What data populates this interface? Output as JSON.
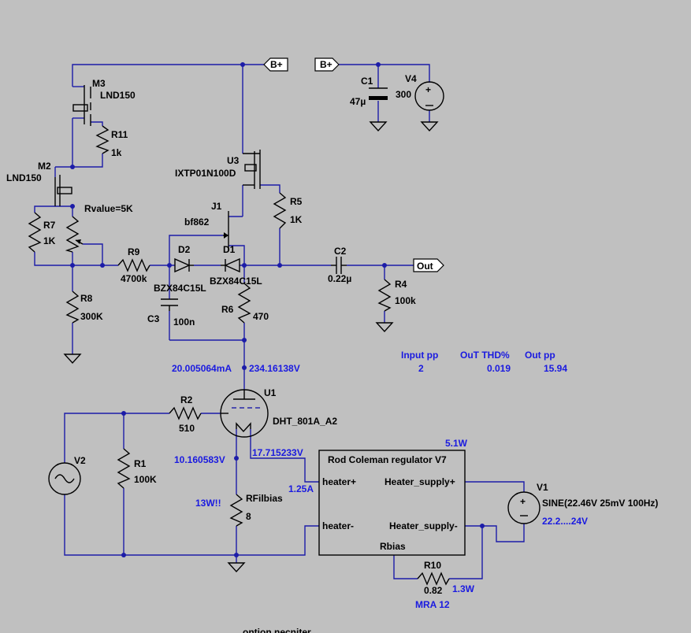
{
  "flags": {
    "bplus": "B+",
    "out": "Out"
  },
  "components": {
    "m3": {
      "ref": "M3",
      "value": "LND150"
    },
    "m2": {
      "ref": "M2",
      "value": "LND150"
    },
    "r11": {
      "ref": "R11",
      "value": "1k"
    },
    "r7": {
      "ref": "R7",
      "value": "1K"
    },
    "pot": {
      "value": "Rvalue=5K"
    },
    "r8": {
      "ref": "R8",
      "value": "300K"
    },
    "r9": {
      "ref": "R9",
      "value": "4700k"
    },
    "d2": {
      "ref": "D2",
      "value": "BZX84C15L"
    },
    "d1": {
      "ref": "D1",
      "value": "BZX84C15L"
    },
    "j1": {
      "ref": "J1",
      "value": "bf862"
    },
    "u3": {
      "ref": "U3",
      "value": "IXTP01N100D"
    },
    "r5": {
      "ref": "R5",
      "value": "1K"
    },
    "c2": {
      "ref": "C2",
      "value": "0.22µ"
    },
    "r4": {
      "ref": "R4",
      "value": "100k"
    },
    "c1": {
      "ref": "C1",
      "value": "47µ"
    },
    "v4": {
      "ref": "V4",
      "value": "300"
    },
    "c3": {
      "ref": "C3",
      "value": "100n"
    },
    "r6": {
      "ref": "R6",
      "value": "470"
    },
    "u1": {
      "ref": "U1",
      "value": "DHT_801A_A2"
    },
    "r2": {
      "ref": "R2",
      "value": "510"
    },
    "v2": {
      "ref": "V2"
    },
    "r1": {
      "ref": "R1",
      "value": "100K"
    },
    "rfil": {
      "ref": "RFilbias",
      "value": "8"
    },
    "reg": {
      "title": "Rod Coleman regulator V7",
      "heater_plus": "heater+",
      "heater_minus": "heater-",
      "supply_plus": "Heater_supply+",
      "supply_minus": "Heater_supply-",
      "rbias": "Rbias"
    },
    "v1": {
      "ref": "V1",
      "value": "SINE(22.46V 25mV 100Hz)",
      "note": "22.2....24V"
    },
    "r10": {
      "ref": "R10",
      "value": "0.82",
      "note": "MRA 12"
    }
  },
  "annotations": {
    "current": "20.005064mA",
    "anode_v": "234.16138V",
    "grid_v": "10.160583V",
    "fil_v": "17.715233V",
    "heater_i": "1.25A",
    "heater_w": "13W!!",
    "reg_w": "5.1W",
    "r10_w": "1.3W"
  },
  "results": {
    "headers": [
      "Input pp",
      "OuT THD%",
      "Out pp"
    ],
    "values": [
      "2",
      "0.019",
      "15.94"
    ]
  },
  "footer_text": "ontion necniter"
}
